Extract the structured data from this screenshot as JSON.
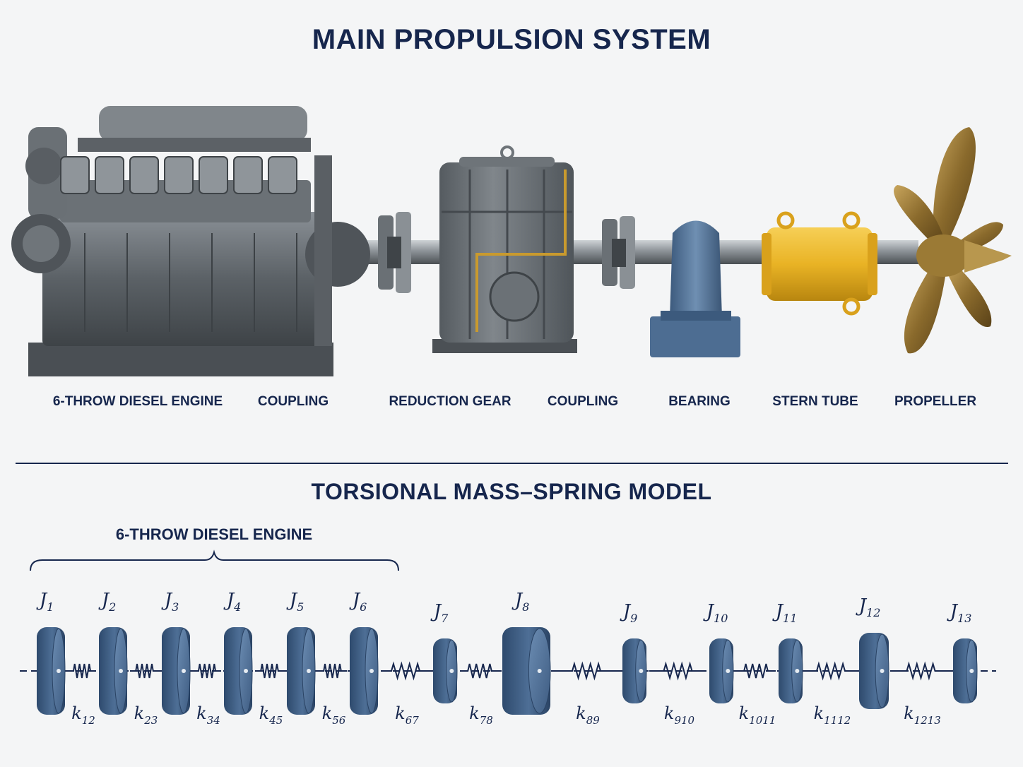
{
  "titles": {
    "main": "MAIN PROPULSION SYSTEM",
    "model": "TORSIONAL MASS–SPRING MODEL"
  },
  "components": [
    {
      "label": "6-THROW DIESEL ENGINE"
    },
    {
      "label": "COUPLING"
    },
    {
      "label": "REDUCTION GEAR"
    },
    {
      "label": "COUPLING"
    },
    {
      "label": "BEARING"
    },
    {
      "label": "STERN TUBE"
    },
    {
      "label": "PROPELLER"
    }
  ],
  "engine_group_label": "6-THROW DIESEL ENGINE",
  "inertias": [
    {
      "symbol": "J",
      "sub": "1"
    },
    {
      "symbol": "J",
      "sub": "2"
    },
    {
      "symbol": "J",
      "sub": "3"
    },
    {
      "symbol": "J",
      "sub": "4"
    },
    {
      "symbol": "J",
      "sub": "5"
    },
    {
      "symbol": "J",
      "sub": "6"
    },
    {
      "symbol": "J",
      "sub": "7"
    },
    {
      "symbol": "J",
      "sub": "8"
    },
    {
      "symbol": "J",
      "sub": "9"
    },
    {
      "symbol": "J",
      "sub": "10"
    },
    {
      "symbol": "J",
      "sub": "11"
    },
    {
      "symbol": "J",
      "sub": "12"
    },
    {
      "symbol": "J",
      "sub": "13"
    }
  ],
  "springs": [
    {
      "symbol": "k",
      "sub": "12"
    },
    {
      "symbol": "k",
      "sub": "23"
    },
    {
      "symbol": "k",
      "sub": "34"
    },
    {
      "symbol": "k",
      "sub": "45"
    },
    {
      "symbol": "k",
      "sub": "56"
    },
    {
      "symbol": "k",
      "sub": "67"
    },
    {
      "symbol": "k",
      "sub": "78"
    },
    {
      "symbol": "k",
      "sub": "89"
    },
    {
      "symbol": "k",
      "sub": "910"
    },
    {
      "symbol": "k",
      "sub": "1011"
    },
    {
      "symbol": "k",
      "sub": "1112"
    },
    {
      "symbol": "k",
      "sub": "1213"
    }
  ],
  "colors": {
    "navy": "#16264d",
    "engine_grey": "#5b6166",
    "bearing_blue": "#4d6d92",
    "stern_tube_yellow": "#e9b325",
    "bronze": "#8a6a2c",
    "disc_blue": "#3c5a80"
  }
}
